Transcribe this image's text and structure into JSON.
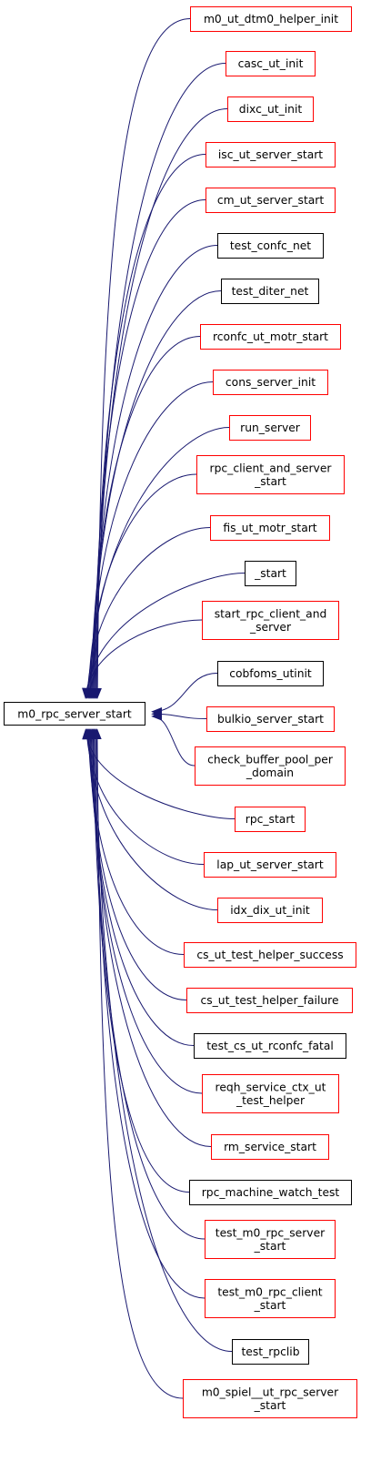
{
  "colors": {
    "edge": "#191970",
    "link_border_red": "#ff0000",
    "link_border_black": "#000000",
    "target_fill": "#bfbfbf"
  },
  "target": {
    "label": "m0_rpc_server_start"
  },
  "callers": [
    {
      "id": "n1",
      "lines": [
        "m0_ut_dtm0_helper_init"
      ],
      "border": "red"
    },
    {
      "id": "n2",
      "lines": [
        "casc_ut_init"
      ],
      "border": "red"
    },
    {
      "id": "n3",
      "lines": [
        "dixc_ut_init"
      ],
      "border": "red"
    },
    {
      "id": "n4",
      "lines": [
        "isc_ut_server_start"
      ],
      "border": "red"
    },
    {
      "id": "n5",
      "lines": [
        "cm_ut_server_start"
      ],
      "border": "red"
    },
    {
      "id": "n6",
      "lines": [
        "test_confc_net"
      ],
      "border": "black"
    },
    {
      "id": "n7",
      "lines": [
        "test_diter_net"
      ],
      "border": "black"
    },
    {
      "id": "n8",
      "lines": [
        "rconfc_ut_motr_start"
      ],
      "border": "red"
    },
    {
      "id": "n9",
      "lines": [
        "cons_server_init"
      ],
      "border": "red"
    },
    {
      "id": "n10",
      "lines": [
        "run_server"
      ],
      "border": "red"
    },
    {
      "id": "n11",
      "lines": [
        "rpc_client_and_server",
        "_start"
      ],
      "border": "red"
    },
    {
      "id": "n12",
      "lines": [
        "fis_ut_motr_start"
      ],
      "border": "red"
    },
    {
      "id": "n13",
      "lines": [
        "_start"
      ],
      "border": "black"
    },
    {
      "id": "n14",
      "lines": [
        "start_rpc_client_and",
        "_server"
      ],
      "border": "red"
    },
    {
      "id": "n15",
      "lines": [
        "cobfoms_utinit"
      ],
      "border": "black"
    },
    {
      "id": "n16",
      "lines": [
        "bulkio_server_start"
      ],
      "border": "red"
    },
    {
      "id": "n17",
      "lines": [
        "check_buffer_pool_per",
        "_domain"
      ],
      "border": "red"
    },
    {
      "id": "n18",
      "lines": [
        "rpc_start"
      ],
      "border": "red"
    },
    {
      "id": "n19",
      "lines": [
        "lap_ut_server_start"
      ],
      "border": "red"
    },
    {
      "id": "n20",
      "lines": [
        "idx_dix_ut_init"
      ],
      "border": "red"
    },
    {
      "id": "n21",
      "lines": [
        "cs_ut_test_helper_success"
      ],
      "border": "red"
    },
    {
      "id": "n22",
      "lines": [
        "cs_ut_test_helper_failure"
      ],
      "border": "red"
    },
    {
      "id": "n23",
      "lines": [
        "test_cs_ut_rconfc_fatal"
      ],
      "border": "black"
    },
    {
      "id": "n24",
      "lines": [
        "reqh_service_ctx_ut",
        "_test_helper"
      ],
      "border": "red"
    },
    {
      "id": "n25",
      "lines": [
        "rm_service_start"
      ],
      "border": "red"
    },
    {
      "id": "n26",
      "lines": [
        "rpc_machine_watch_test"
      ],
      "border": "black"
    },
    {
      "id": "n27",
      "lines": [
        "test_m0_rpc_server",
        "_start"
      ],
      "border": "red"
    },
    {
      "id": "n28",
      "lines": [
        "test_m0_rpc_client",
        "_start"
      ],
      "border": "red"
    },
    {
      "id": "n29",
      "lines": [
        "test_rpclib"
      ],
      "border": "black"
    },
    {
      "id": "n30",
      "lines": [
        "m0_spiel__ut_rpc_server",
        "_start"
      ],
      "border": "red"
    }
  ]
}
